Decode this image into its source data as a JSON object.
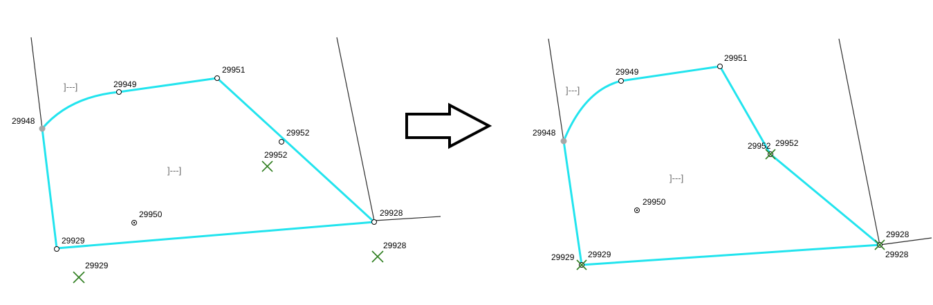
{
  "area_label": "]---]",
  "before": {
    "points": {
      "p29948": "29948",
      "p29949": "29949",
      "p29951": "29951",
      "p29952": "29952",
      "p29952_target": "29952",
      "p29950": "29950",
      "p29928": "29928",
      "p29928_target": "29928",
      "p29929": "29929",
      "p29929_target": "29929"
    }
  },
  "after": {
    "points": {
      "p29948": "29948",
      "p29949": "29949",
      "p29951": "29951",
      "p29952": "29952",
      "p29952_target": "29952",
      "p29950": "29950",
      "p29928": "29928",
      "p29928_target": "29928",
      "p29929": "29929",
      "p29929_target": "29929"
    }
  },
  "colors": {
    "parcel_line": "#22e4ee",
    "boundary_line": "#2b2b2b",
    "target_marker": "#2e7d1e",
    "vertex_fill": "#ffffff"
  },
  "icons": {
    "transition": "right-arrow-icon",
    "target_marker": "x-mark-icon",
    "vertex": "circle-vertex-icon",
    "centroid": "dot-circle-icon"
  }
}
